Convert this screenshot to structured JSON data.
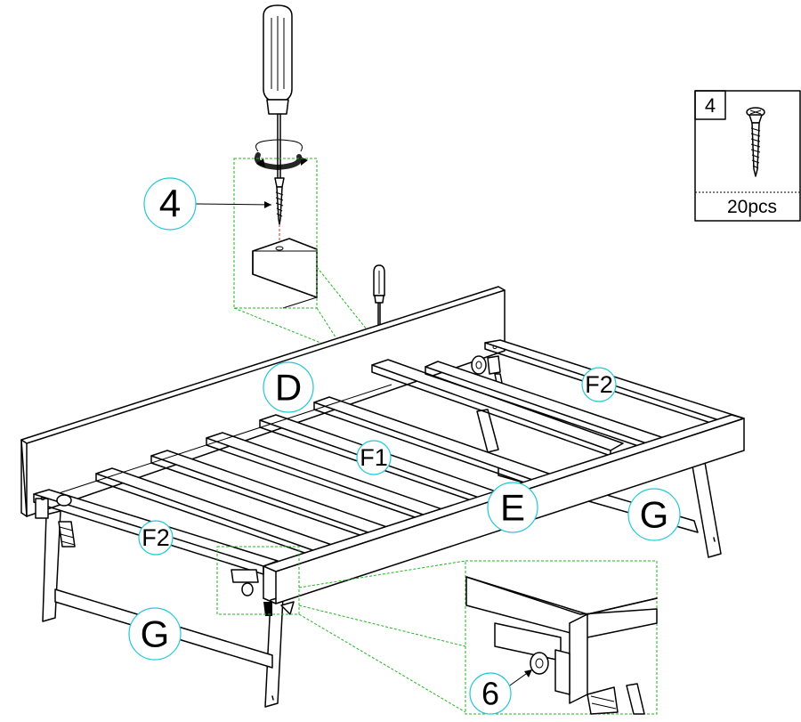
{
  "parts_box": {
    "part_number": "4",
    "quantity": "20pcs",
    "icon": "screw-icon"
  },
  "callouts": {
    "step_screw": "4",
    "headboard": "D",
    "slat": "F1",
    "rail_back": "F2",
    "rail_front": "F2",
    "side_rail": "E",
    "leg_back": "G",
    "leg_front": "G",
    "caster": "6"
  },
  "colors": {
    "callout_outline": "#22c8d8",
    "detail_outline": "#22b422",
    "pilot_mark": "#e02020",
    "linework": "#000000"
  },
  "icons": {
    "tools": [
      "screwdriver-icon",
      "rotation-arrow-icon"
    ]
  }
}
